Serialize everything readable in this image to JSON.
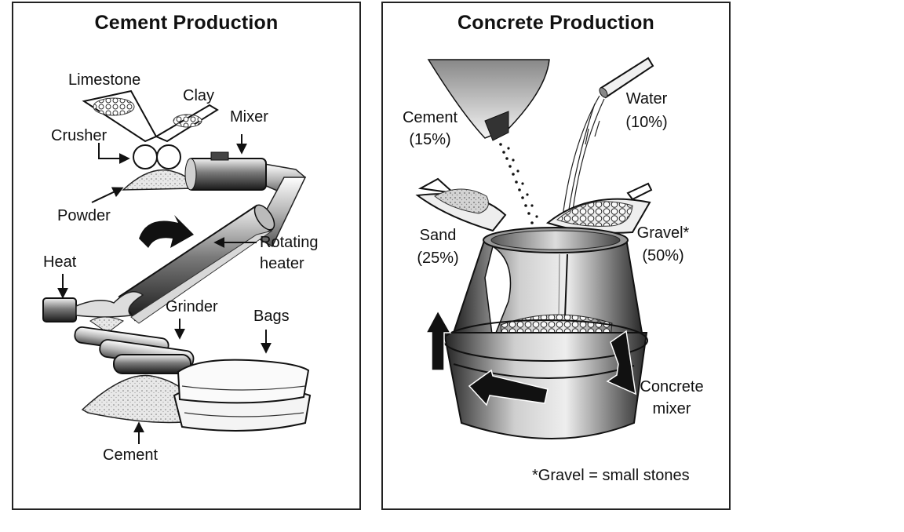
{
  "cement_panel": {
    "title": "Cement Production",
    "labels": {
      "limestone": "Limestone",
      "clay": "Clay",
      "crusher": "Crusher",
      "mixer": "Mixer",
      "powder": "Powder",
      "rotating_1": "Rotating",
      "rotating_2": "heater",
      "heat": "Heat",
      "grinder": "Grinder",
      "bags": "Bags",
      "cement": "Cement"
    }
  },
  "concrete_panel": {
    "title": "Concrete Production",
    "labels": {
      "cement_name": "Cement",
      "cement_pct": "(15%)",
      "water_name": "Water",
      "water_pct": "(10%)",
      "sand_name": "Sand",
      "sand_pct": "(25%)",
      "gravel_name": "Gravel*",
      "gravel_pct": "(50%)",
      "mixer_1": "Concrete",
      "mixer_2": "mixer"
    },
    "footnote": "*Gravel = small stones"
  }
}
